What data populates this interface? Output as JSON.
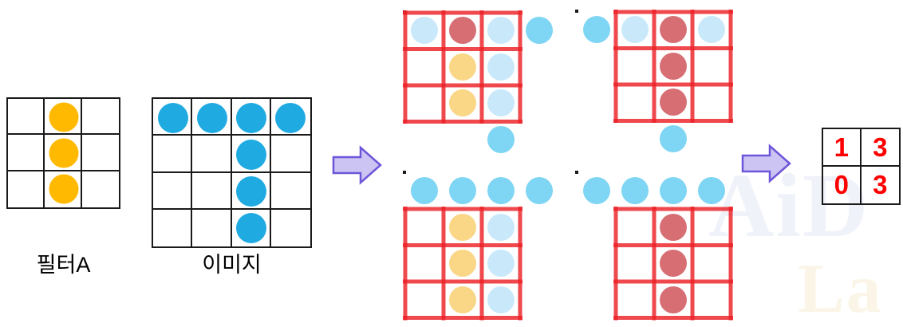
{
  "labels": {
    "filter": "필터A",
    "image": "이미지"
  },
  "colors": {
    "orange": "#FFB900",
    "blue": "#1FAAE2",
    "skyblue": "#7ED6F4",
    "paleblue": "#C9E9FB",
    "fadedorange": "#FAD687",
    "overlap_red": "#D66E74",
    "highlight_red": "#EB2026",
    "result_red": "#FF0000",
    "grid_line": "#1A1A1A",
    "arrow_fill": "#CCC4F2",
    "arrow_stroke": "#6E55D9"
  },
  "filter_grid": {
    "rows": 3,
    "cols": 3,
    "dots": [
      {
        "r": 0,
        "c": 1,
        "color": "orange"
      },
      {
        "r": 1,
        "c": 1,
        "color": "orange"
      },
      {
        "r": 2,
        "c": 1,
        "color": "orange"
      }
    ]
  },
  "image_grid": {
    "rows": 4,
    "cols": 4,
    "dots": [
      {
        "r": 0,
        "c": 0,
        "color": "blue"
      },
      {
        "r": 0,
        "c": 1,
        "color": "blue"
      },
      {
        "r": 0,
        "c": 2,
        "color": "blue"
      },
      {
        "r": 0,
        "c": 3,
        "color": "blue"
      },
      {
        "r": 1,
        "c": 2,
        "color": "blue"
      },
      {
        "r": 2,
        "c": 2,
        "color": "blue"
      },
      {
        "r": 3,
        "c": 2,
        "color": "blue"
      }
    ]
  },
  "conv_steps": [
    {
      "name": "window-top-left",
      "highlight": {
        "row": 0,
        "col": 0,
        "rows": 3,
        "cols": 3
      },
      "dots": [
        {
          "r": 0,
          "c": 0,
          "color": "paleblue"
        },
        {
          "r": 0,
          "c": 1,
          "color": "overlap_red"
        },
        {
          "r": 0,
          "c": 2,
          "color": "paleblue"
        },
        {
          "r": 0,
          "c": 3,
          "color": "skyblue"
        },
        {
          "r": 1,
          "c": 1,
          "color": "fadedorange"
        },
        {
          "r": 1,
          "c": 2,
          "color": "paleblue"
        },
        {
          "r": 2,
          "c": 1,
          "color": "fadedorange"
        },
        {
          "r": 2,
          "c": 2,
          "color": "paleblue"
        },
        {
          "r": 3,
          "c": 2,
          "color": "skyblue"
        }
      ]
    },
    {
      "name": "window-top-right",
      "highlight": {
        "row": 0,
        "col": 1,
        "rows": 3,
        "cols": 3
      },
      "dots": [
        {
          "r": 0,
          "c": 0,
          "color": "skyblue"
        },
        {
          "r": 0,
          "c": 1,
          "color": "paleblue"
        },
        {
          "r": 0,
          "c": 2,
          "color": "overlap_red"
        },
        {
          "r": 0,
          "c": 3,
          "color": "paleblue"
        },
        {
          "r": 1,
          "c": 2,
          "color": "overlap_red"
        },
        {
          "r": 2,
          "c": 2,
          "color": "overlap_red"
        },
        {
          "r": 3,
          "c": 2,
          "color": "skyblue"
        }
      ]
    },
    {
      "name": "window-bottom-left",
      "highlight": {
        "row": 1,
        "col": 0,
        "rows": 3,
        "cols": 3
      },
      "dots": [
        {
          "r": 0,
          "c": 0,
          "color": "skyblue"
        },
        {
          "r": 0,
          "c": 1,
          "color": "skyblue"
        },
        {
          "r": 0,
          "c": 2,
          "color": "skyblue"
        },
        {
          "r": 0,
          "c": 3,
          "color": "skyblue"
        },
        {
          "r": 1,
          "c": 1,
          "color": "fadedorange"
        },
        {
          "r": 1,
          "c": 2,
          "color": "paleblue"
        },
        {
          "r": 2,
          "c": 1,
          "color": "fadedorange"
        },
        {
          "r": 2,
          "c": 2,
          "color": "paleblue"
        },
        {
          "r": 3,
          "c": 1,
          "color": "fadedorange"
        },
        {
          "r": 3,
          "c": 2,
          "color": "paleblue"
        }
      ]
    },
    {
      "name": "window-bottom-right",
      "highlight": {
        "row": 1,
        "col": 1,
        "rows": 3,
        "cols": 3
      },
      "dots": [
        {
          "r": 0,
          "c": 0,
          "color": "skyblue"
        },
        {
          "r": 0,
          "c": 1,
          "color": "skyblue"
        },
        {
          "r": 0,
          "c": 2,
          "color": "skyblue"
        },
        {
          "r": 0,
          "c": 3,
          "color": "skyblue"
        },
        {
          "r": 1,
          "c": 2,
          "color": "overlap_red"
        },
        {
          "r": 2,
          "c": 2,
          "color": "overlap_red"
        },
        {
          "r": 3,
          "c": 2,
          "color": "overlap_red"
        }
      ]
    }
  ],
  "result_grid": {
    "rows": 2,
    "cols": 2,
    "values": [
      [
        "1",
        "3"
      ],
      [
        "0",
        "3"
      ]
    ]
  },
  "watermark": {
    "line1": "AiD",
    "line2": "La"
  }
}
